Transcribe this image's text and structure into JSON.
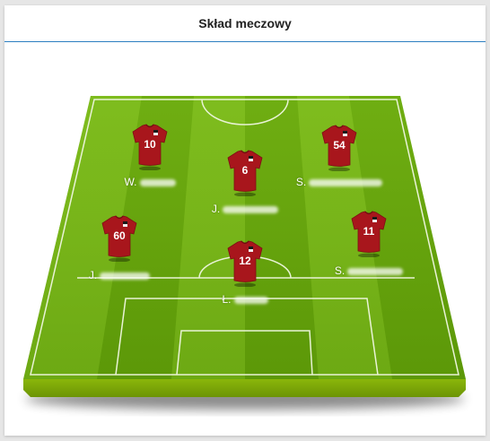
{
  "header": {
    "title": "Skład meczowy"
  },
  "players": [
    {
      "number": "10",
      "name": "W."
    },
    {
      "number": "6",
      "name": "J."
    },
    {
      "number": "54",
      "name": "S."
    },
    {
      "number": "60",
      "name": "J."
    },
    {
      "number": "12",
      "name": "Ł."
    },
    {
      "number": "11",
      "name": "S."
    }
  ],
  "colors": {
    "accent": "#2d7fc1",
    "grass_light": "#7fbf1c",
    "grass_dark": "#5e9a0a",
    "shirt": "#a8161c",
    "lines": "#e9f3d6"
  },
  "icons": {
    "shirt": "jersey-icon"
  }
}
